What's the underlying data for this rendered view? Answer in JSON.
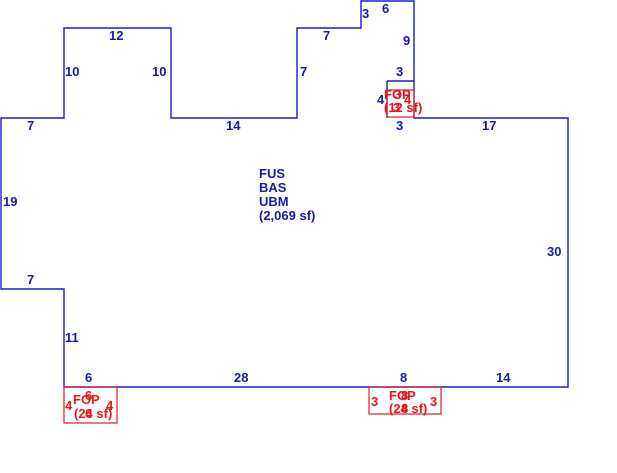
{
  "main_area": {
    "lines": [
      "FUS",
      "BAS",
      "UBM",
      "(2,069 sf)"
    ]
  },
  "main_dimensions": [
    "12",
    "10",
    "10",
    "7",
    "3",
    "6",
    "9",
    "3",
    "7",
    "14",
    "17",
    "3",
    "19",
    "30",
    "7",
    "11",
    "6",
    "28",
    "8",
    "14"
  ],
  "porches": [
    {
      "code": "FOP",
      "area": "(12 sf)",
      "dims": [
        "3",
        "4",
        "4",
        "3"
      ]
    },
    {
      "code": "FOP",
      "area": "(24 sf)",
      "dims": [
        "6",
        "4",
        "4",
        "6"
      ]
    },
    {
      "code": "FOP",
      "area": "(24 sf)",
      "dims": [
        "8",
        "3",
        "3",
        "8"
      ]
    }
  ],
  "colors": {
    "main": "#1a1ad0",
    "porch": "#e02020"
  }
}
